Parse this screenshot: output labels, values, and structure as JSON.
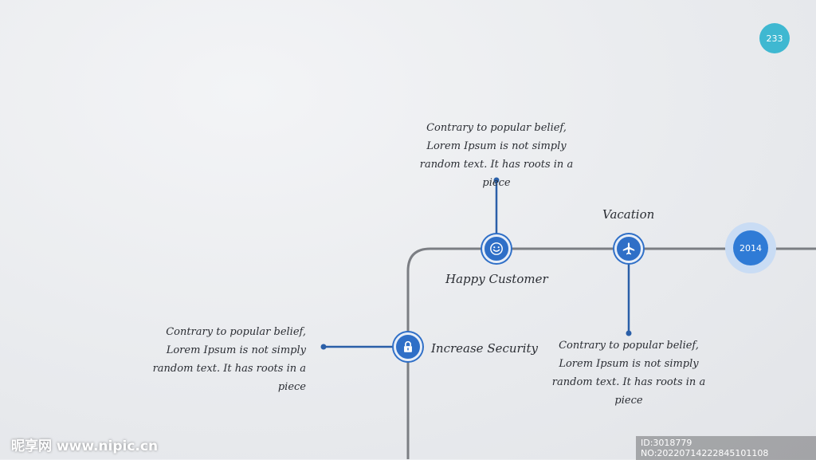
{
  "page_number": "233",
  "year": "2014",
  "milestones": {
    "happy_customer": {
      "label": "Happy Customer",
      "icon": "smiley-icon",
      "description": "Contrary to popular belief, Lorem Ipsum is not simply random text. It has roots in a piece"
    },
    "vacation": {
      "label": "Vacation",
      "icon": "airplane-icon",
      "description": "Contrary to popular belief, Lorem Ipsum is not simply random text. It has roots in a piece"
    },
    "increase_security": {
      "label": "Increase Security",
      "icon": "lock-icon",
      "description": "Contrary to popular belief, Lorem Ipsum is not simply random text. It has roots in a piece"
    }
  },
  "watermark": {
    "left": "昵享网 www.nipic.cn",
    "right": "ID:3018779 NO:20220714222845101108"
  },
  "colors": {
    "node_blue": "#2f6fc7",
    "connector_blue": "#2a5fa8",
    "track_gray": "#7b7e83",
    "page_badge": "#3fb8d1",
    "year_ring": "#c9dcf4",
    "year_fill": "#2f7bd6"
  }
}
